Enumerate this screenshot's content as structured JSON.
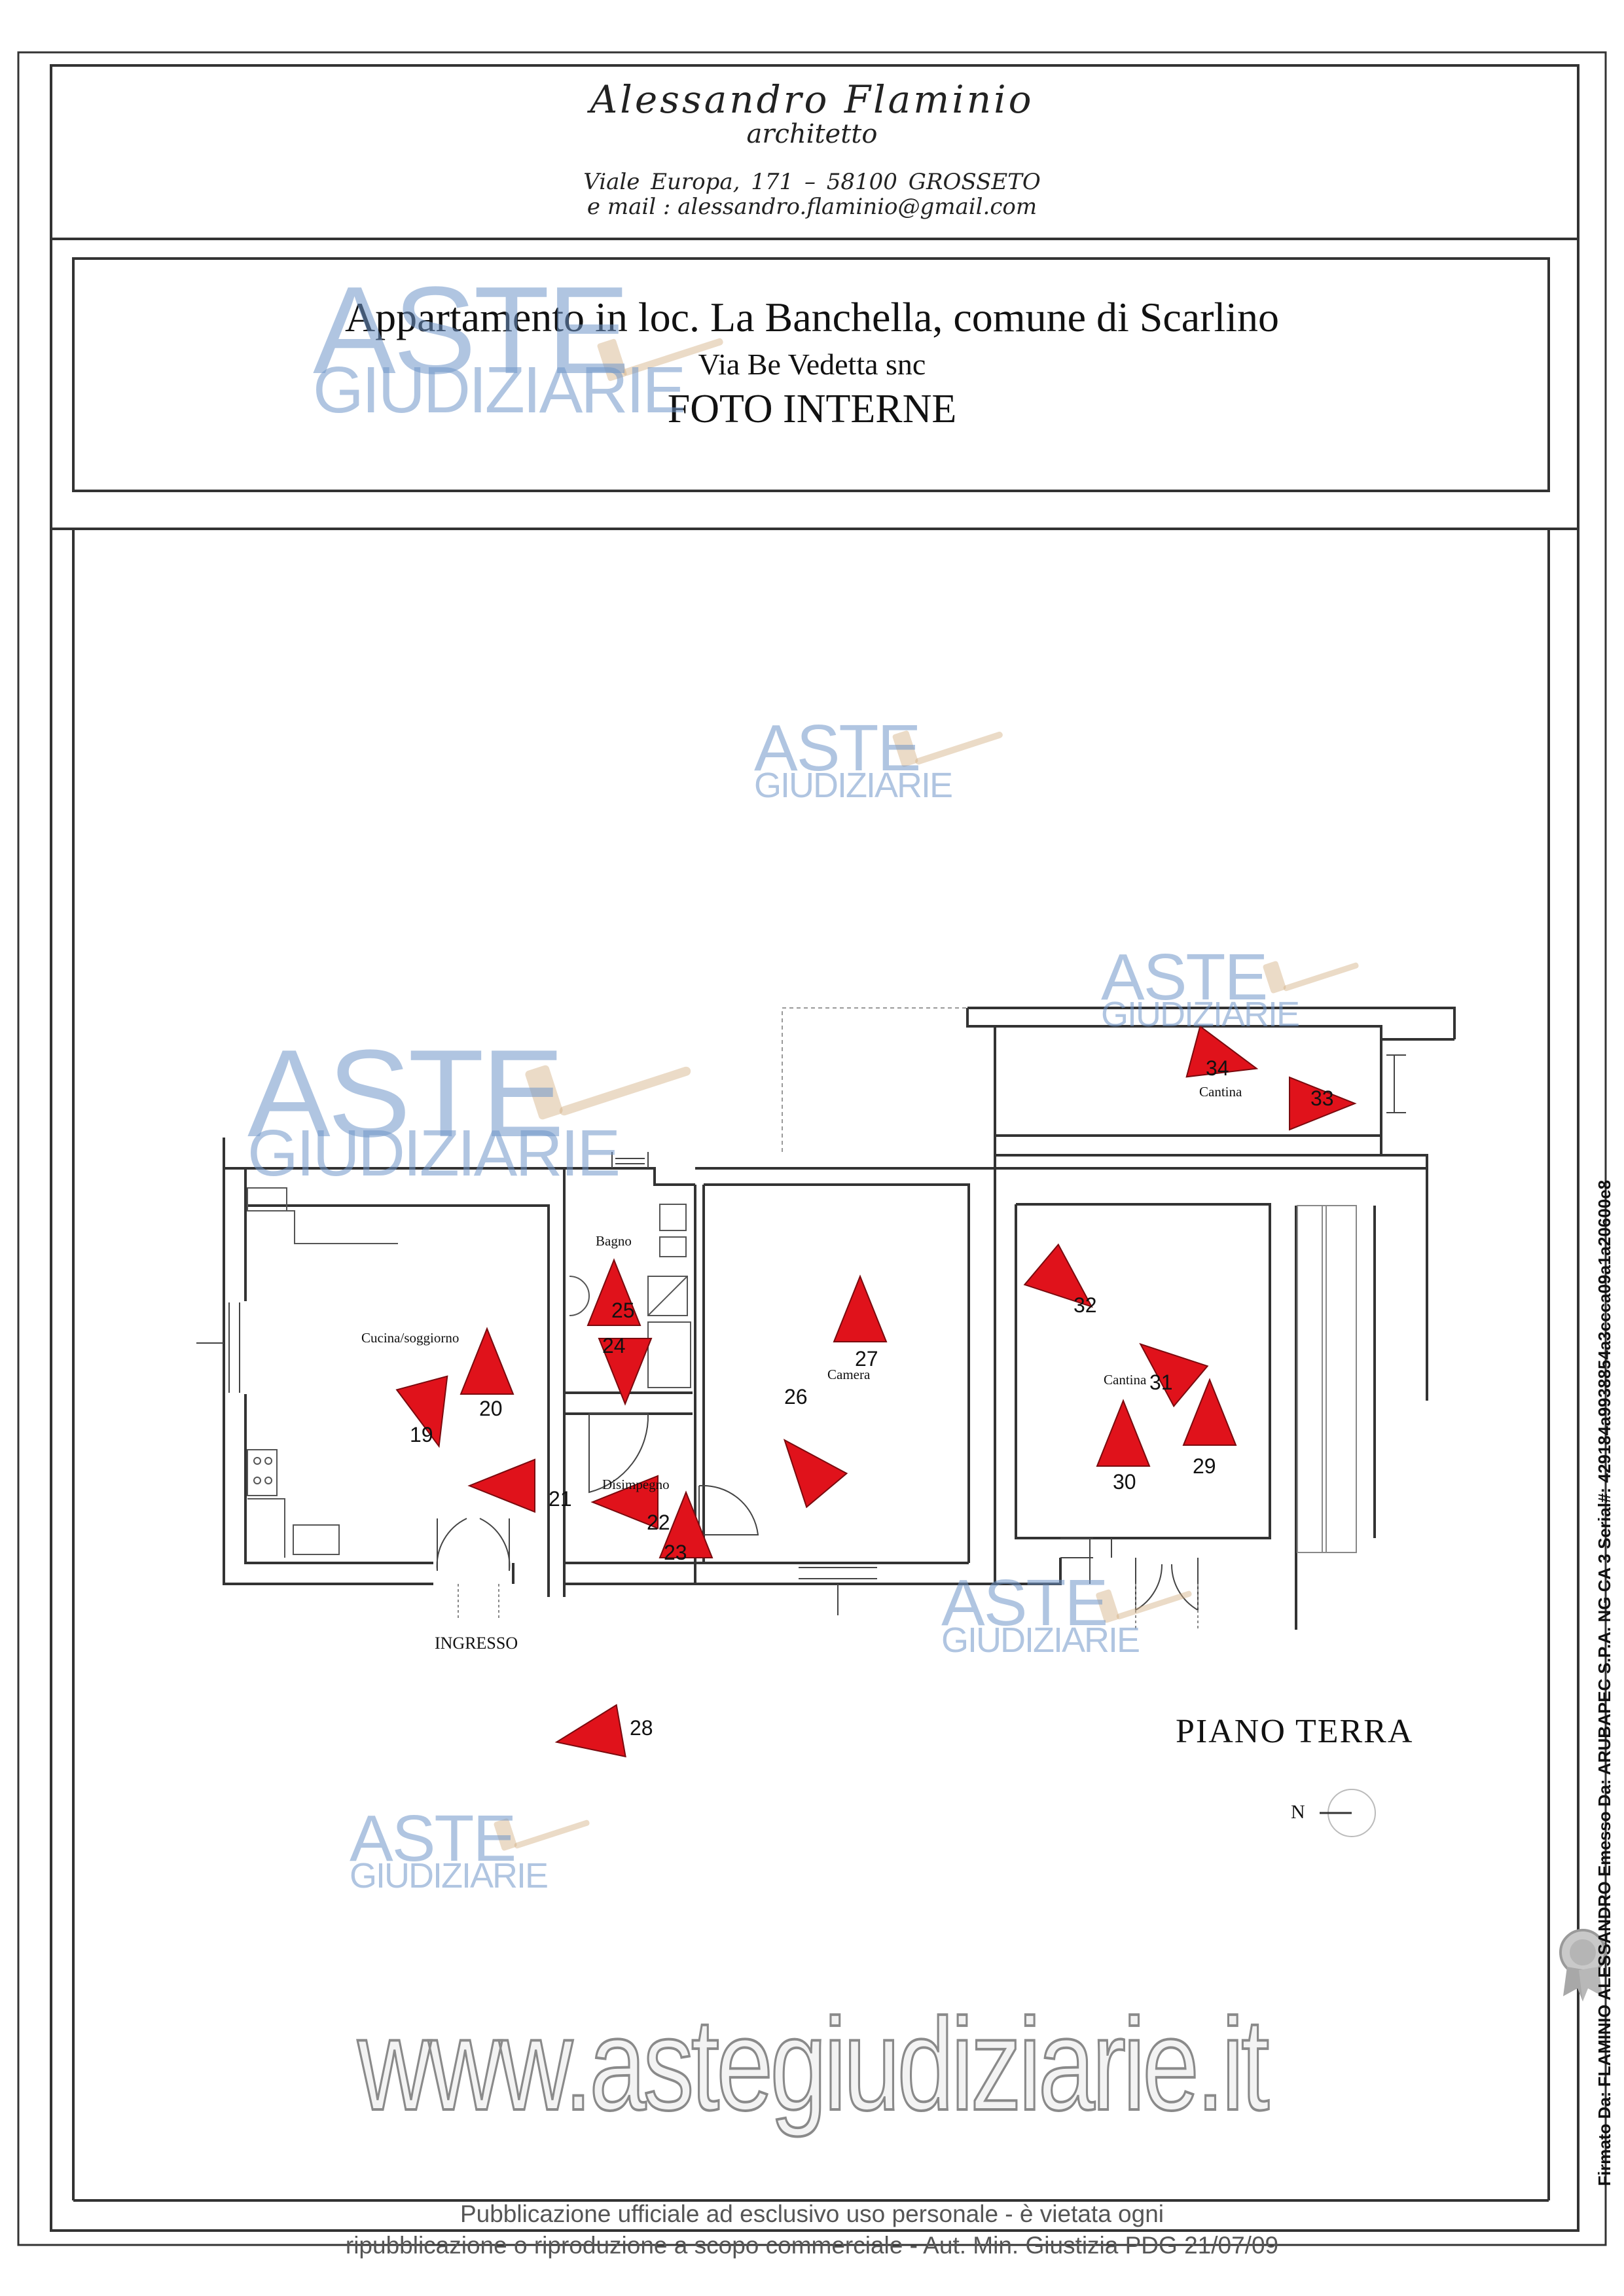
{
  "header": {
    "architect_name": "Alessandro  Flaminio",
    "architect_role": "architetto",
    "address": "Viale  Europa, 171    –    58100    GROSSETO",
    "email": "e  mail  :  alessandro.flaminio@gmail.com"
  },
  "title": {
    "main": "Appartamento in loc. La Banchella, comune di Scarlino",
    "sub": "Via Be Vedetta snc",
    "third": "FOTO INTERNE"
  },
  "plan": {
    "rooms": {
      "cucina": "Cucina/soggiorno",
      "bagno": "Bagno",
      "disimpegno": "Disimpegno",
      "camera": "Camera",
      "cantina_upper": "Cantina",
      "cantina_lower": "Cantina"
    },
    "ingresso": "INGRESSO",
    "floor_label": "PIANO TERRA",
    "north_label": "N",
    "photo_points": [
      {
        "number": "19"
      },
      {
        "number": "20"
      },
      {
        "number": "21"
      },
      {
        "number": "22"
      },
      {
        "number": "23"
      },
      {
        "number": "24"
      },
      {
        "number": "25"
      },
      {
        "number": "26"
      },
      {
        "number": "27"
      },
      {
        "number": "28"
      },
      {
        "number": "29"
      },
      {
        "number": "30"
      },
      {
        "number": "31"
      },
      {
        "number": "32"
      },
      {
        "number": "33"
      },
      {
        "number": "34"
      }
    ],
    "marker_color": "#e0121b"
  },
  "watermarks": {
    "aste": "ASTE",
    "giudiziarie": "GIUDIZIARIE",
    "website": "www.astegiudiziarie.it",
    "color": "#7096c8"
  },
  "footer": {
    "line1": "Pubblicazione ufficiale ad esclusivo uso personale - è vietata ogni",
    "line2": "ripubblicazione o riproduzione a scopo commerciale - Aut. Min. Giustizia PDG 21/07/09"
  },
  "signature": "Firmato Da: FLAMINIO ALESSANDRO Emesso Da: ARUBAPEC S.P.A. NG CA 3 Serial#: 429184a9938854a3ccca09a1a20600e8"
}
